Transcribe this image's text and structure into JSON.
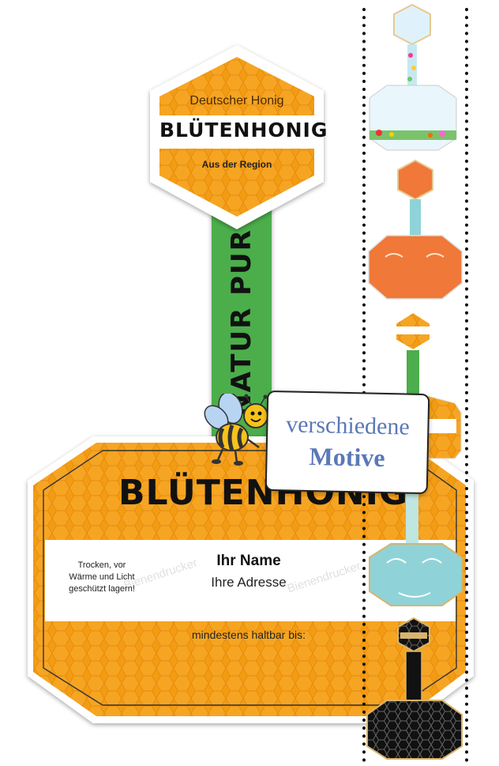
{
  "colors": {
    "honey": "#f39c12",
    "honey_dark": "#e0891a",
    "green": "#4cae4c",
    "orange_variant": "#f07838",
    "teal_variant": "#8fd3d8",
    "black_variant": "#111111",
    "motive_text": "#5b78b8"
  },
  "top_hex": {
    "subtitle": "Deutscher Honig",
    "title": "BLÜTENHONIG",
    "region": "Aus der Region"
  },
  "strip": {
    "text": "NATUR PUR"
  },
  "main_label": {
    "title": "BLÜTENHONIG",
    "storage_note_line1": "Trocken, vor",
    "storage_note_line2": "Wärme und Licht",
    "storage_note_line3": "geschützt lagern!",
    "name": "Ihr Name",
    "address": "Ihre Adresse",
    "best_before": "mindestens haltbar bis:"
  },
  "watermark": "Bienendrucker",
  "callout": {
    "line1": "verschiedene",
    "line2": "Motive"
  }
}
